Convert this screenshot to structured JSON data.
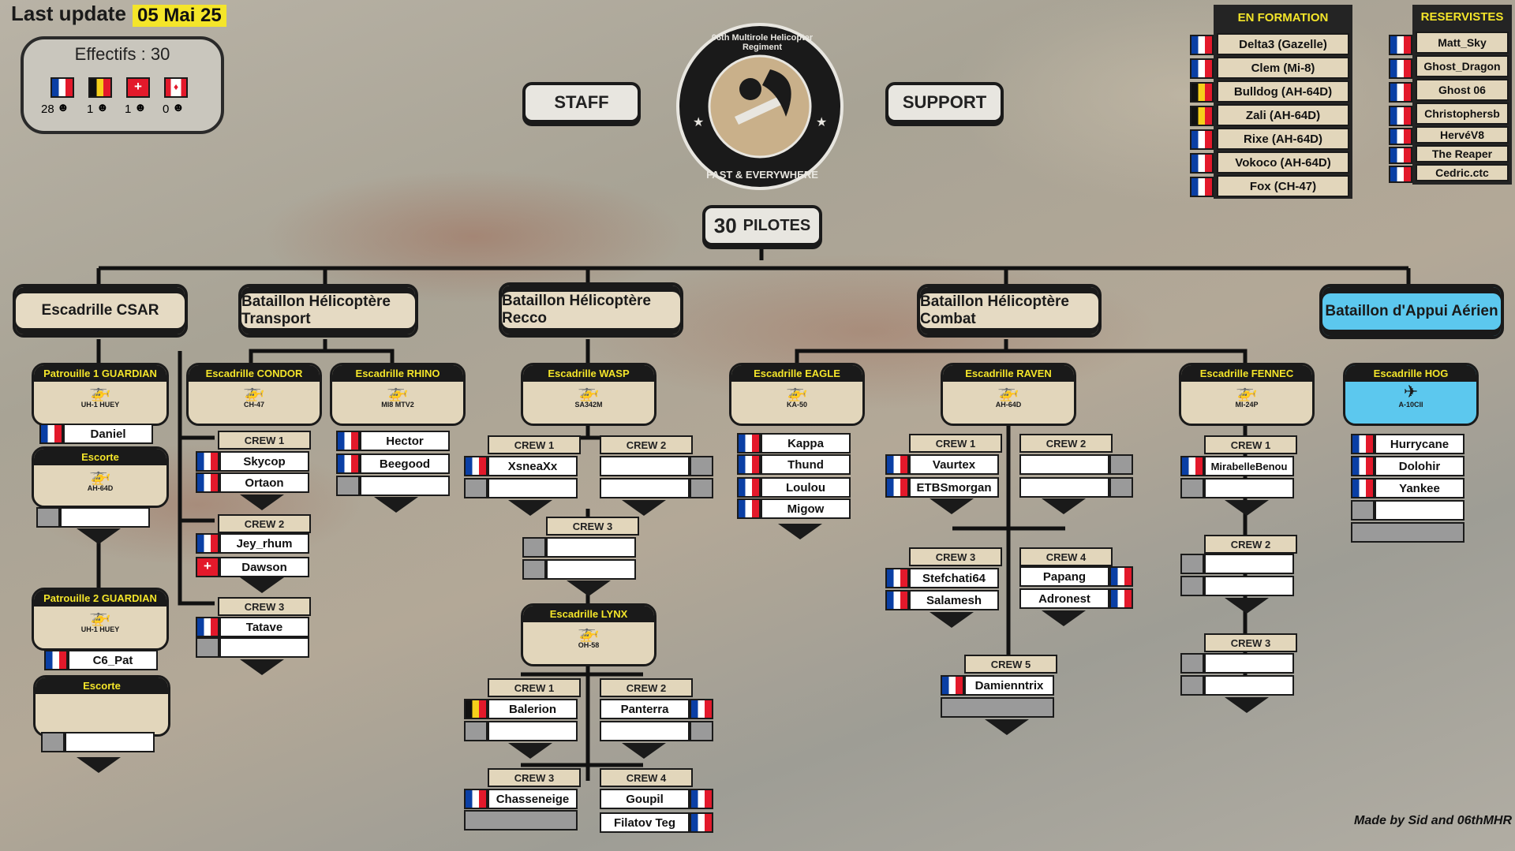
{
  "header": {
    "last_update_label": "Last update :",
    "last_update_date": "05 Mai 25"
  },
  "effectifs": {
    "label": "Effectifs : 30",
    "counts": [
      "28",
      "1",
      "1",
      "0"
    ]
  },
  "top": {
    "staff": "STAFF",
    "support": "SUPPORT",
    "pilots_count": "30",
    "pilots_label": "PILOTES"
  },
  "emblem": {
    "top_text": "06th Multirole Helicopter Regiment",
    "bottom_text": "FAST & EVERYWHERE"
  },
  "en_formation": {
    "title": "EN FORMATION",
    "items": [
      "Delta3 (Gazelle)",
      "Clem (Mi-8)",
      "Bulldog (AH-64D)",
      "Zali (AH-64D)",
      "Rixe (AH-64D)",
      "Vokoco (AH-64D)",
      "Fox (CH-47)"
    ]
  },
  "reservistes": {
    "title": "RESERVISTES",
    "items": [
      "Matt_Sky",
      "Ghost_Dragon",
      "Ghost 06",
      "Christophersb",
      "HervéV8",
      "The Reaper",
      "Cedric.ctc"
    ]
  },
  "battalions": [
    "Escadrille CSAR",
    "Bataillon Hélicoptère Transport",
    "Bataillon Hélicoptère Recco",
    "Bataillon Hélicoptère Combat",
    "Bataillon d'Appui Aérien"
  ],
  "squadrons": {
    "guardian1": {
      "title": "Patrouille 1 GUARDIAN",
      "model": "UH-1 HUEY"
    },
    "escorte1": {
      "title": "Escorte",
      "model": "AH-64D"
    },
    "guardian2": {
      "title": "Patrouille 2 GUARDIAN",
      "model": "UH-1 HUEY"
    },
    "escorte2": {
      "title": "Escorte",
      "model": ""
    },
    "condor": {
      "title": "Escadrille CONDOR",
      "model": "CH-47"
    },
    "rhino": {
      "title": "Escadrille RHINO",
      "model": "MI8 MTV2"
    },
    "wasp": {
      "title": "Escadrille WASP",
      "model": "SA342M"
    },
    "lynx": {
      "title": "Escadrille LYNX",
      "model": "OH-58"
    },
    "eagle": {
      "title": "Escadrille EAGLE",
      "model": "KA-50"
    },
    "raven": {
      "title": "Escadrille RAVEN",
      "model": "AH-64D"
    },
    "fennec": {
      "title": "Escadrille FENNEC",
      "model": "MI-24P"
    },
    "hog": {
      "title": "Escadrille HOG",
      "model": "A-10CII"
    }
  },
  "crew_labels": {
    "c1": "CREW 1",
    "c2": "CREW 2",
    "c3": "CREW 3",
    "c4": "CREW 4",
    "c5": "CREW 5"
  },
  "pilots": {
    "daniel": "Daniel",
    "c6pat": "C6_Pat",
    "skycop": "Skycop",
    "ortaon": "Ortaon",
    "jey": "Jey_rhum",
    "dawson": "Dawson",
    "tatave": "Tatave",
    "hector": "Hector",
    "beegood": "Beegood",
    "xsnea": "XsneaXx",
    "balerion": "Balerion",
    "panterra": "Panterra",
    "chasse": "Chasseneige",
    "goupil": "Goupil",
    "filatov": "Filatov Teg",
    "kappa": "Kappa",
    "thund": "Thund",
    "loulou": "Loulou",
    "migow": "Migow",
    "vaurtex": "Vaurtex",
    "etbs": "ETBSmorgan",
    "stef": "Stefchati64",
    "salamesh": "Salamesh",
    "papang": "Papang",
    "adronest": "Adronest",
    "damien": "Damienntrix",
    "mirabelle": "MirabelleBenou",
    "hurry": "Hurrycane",
    "dolohir": "Dolohir",
    "yankee": "Yankee"
  },
  "footer": {
    "credit": "Made by Sid and 06thMHR"
  }
}
